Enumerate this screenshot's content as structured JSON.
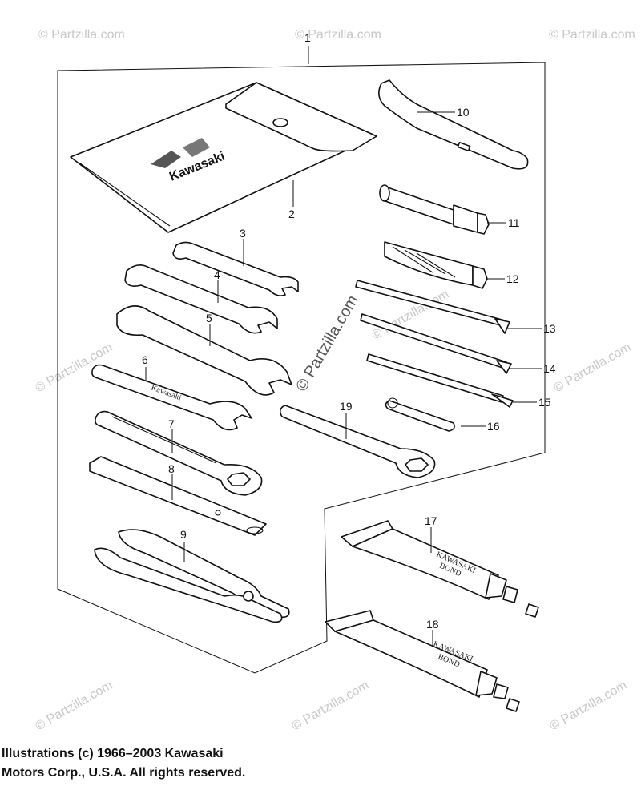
{
  "watermark_text": "© Partzilla.com",
  "center_watermark_text": "© Partzilla.com",
  "bag_logo_text": "Kawasaki",
  "tube_label_line1": "KAWASAKI",
  "tube_label_line2": "BOND",
  "copyright": {
    "line1": "Illustrations (c) 1966–2003 Kawasaki",
    "line2": "Motors Corp., U.S.A.  All rights reserved."
  },
  "callouts": [
    "1",
    "2",
    "3",
    "4",
    "5",
    "6",
    "7",
    "8",
    "9",
    "10",
    "11",
    "12",
    "13",
    "14",
    "15",
    "16",
    "17",
    "18",
    "19"
  ],
  "colors": {
    "line": "#111111",
    "watermark": "#c8c8c8",
    "background": "#ffffff"
  }
}
